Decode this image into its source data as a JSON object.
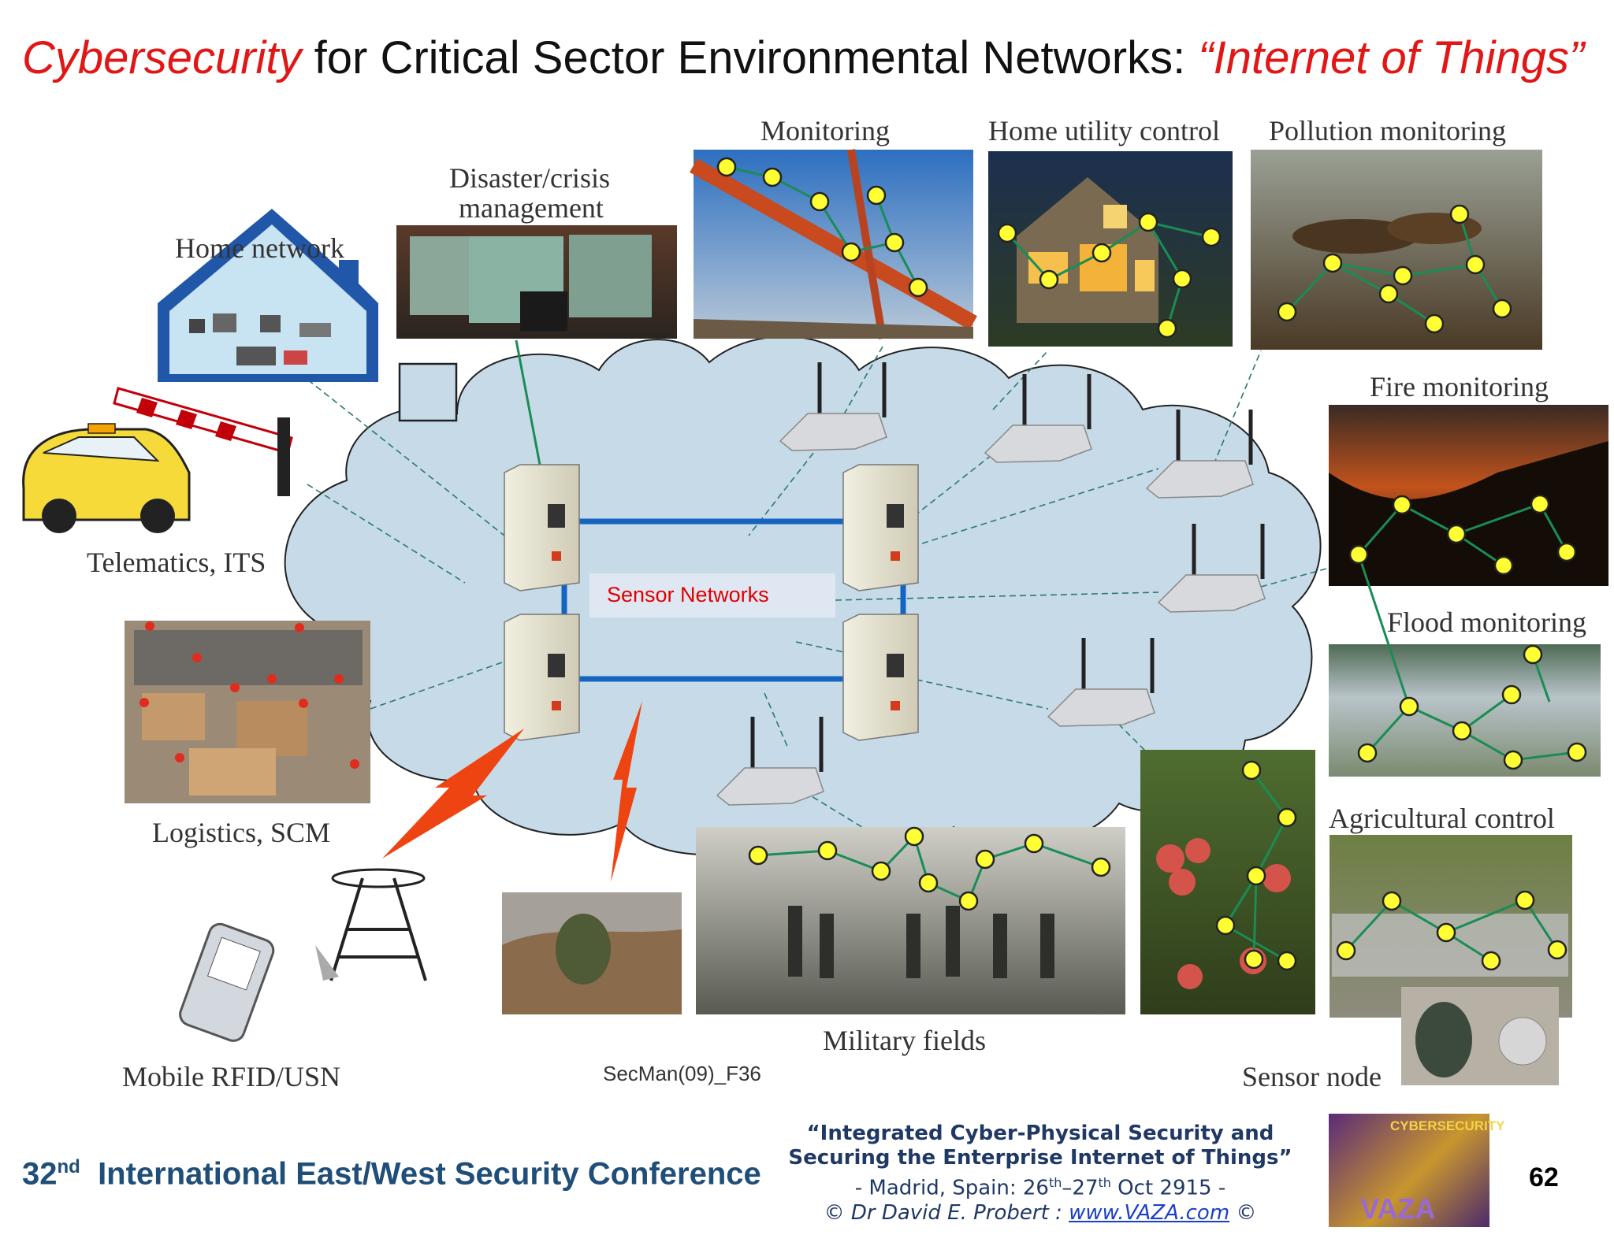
{
  "slide": {
    "title_red": "Cybersecurity",
    "title_mid": " for Critical Sector Environmental Networks: ",
    "title_quote": "“Internet of Things”",
    "center_label": "Sensor Networks",
    "figure_code": "SecMan(09)_F36",
    "labels": {
      "monitoring": "Monitoring",
      "home_utility": "Home utility control",
      "pollution": "Pollution monitoring",
      "disaster_1": "Disaster/crisis",
      "disaster_2": "management",
      "home_network": "Home network",
      "telematics": "Telematics, ITS",
      "fire": "Fire monitoring",
      "flood": "Flood monitoring",
      "logistics": "Logistics, SCM",
      "agricultural": "Agricultural control",
      "military": "Military fields",
      "mobile": "Mobile RFID/USN",
      "sensor_node": "Sensor node"
    }
  },
  "footer": {
    "conf_num": "32",
    "conf_sup": "nd",
    "conf_name": "International East/West Security Conference",
    "line1": "“Integrated Cyber-Physical Security and",
    "line2": "Securing the Enterprise Internet of Things”",
    "line3_pre": "- Madrid, Spain: 26",
    "line3_sup1": "th",
    "line3_mid": "–27",
    "line3_sup2": "th",
    "line3_post": " Oct 2915 -",
    "line4_author": "©  Dr David E. Probert   :  ",
    "line4_link": "www.VAZA.com",
    "line4_end": "  ©",
    "logo_top": "CYBERSECURITY",
    "logo_bottom": "VAZA",
    "page_number": "62"
  },
  "colors": {
    "title_red": "#e11616",
    "footer_blue": "#1f4e79",
    "cloud": "#c7dae8",
    "backbone": "#1565c0",
    "sensor_node": "#ffff33",
    "sensor_link": "#1a8c55",
    "lightning": "#ee4411"
  }
}
